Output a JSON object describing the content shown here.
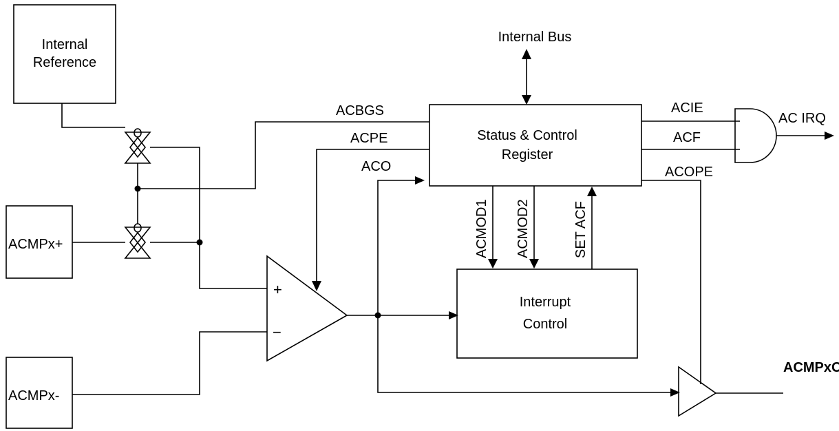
{
  "blocks": {
    "internal_reference": [
      "Internal",
      "Reference"
    ],
    "acmp_plus": "ACMPx+",
    "acmp_minus": "ACMPx-",
    "status_control": [
      "Status & Control",
      "Register"
    ],
    "interrupt_control": [
      "Interrupt",
      "Control"
    ]
  },
  "comparator": {
    "plus": "+",
    "minus": "−"
  },
  "signals": {
    "internal_bus": "Internal Bus",
    "acbgs": "ACBGS",
    "acpe": "ACPE",
    "aco": "ACO",
    "acie": "ACIE",
    "acf": "ACF",
    "acope": "ACOPE",
    "ac_irq": "AC IRQ",
    "acmod1": "ACMOD1",
    "acmod2": "ACMOD2",
    "set_acf": "SET ACF",
    "output": "ACMPxO"
  }
}
